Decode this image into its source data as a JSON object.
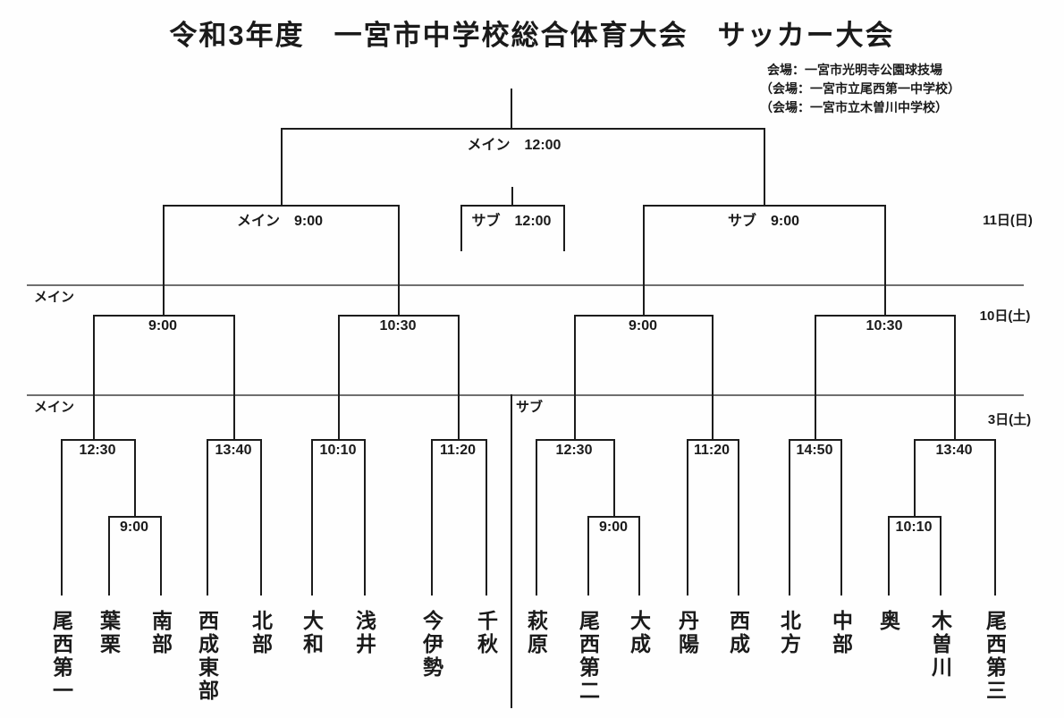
{
  "title": "令和3年度　一宮市中学校総合体育大会　サッカー大会",
  "venues": [
    "会場：一宮市光明寺公園球技場",
    "（会場：一宮市立尾西第一中学校）",
    "（会場：一宮市立木曽川中学校）"
  ],
  "dates": {
    "final_day": "11日(日)",
    "qf_day": "10日(土)",
    "r1_day": "3日(土)"
  },
  "sections": {
    "upper_main": "メイン",
    "lower_main": "メイン",
    "lower_sub": "サブ"
  },
  "matches": {
    "final": "メイン　12:00",
    "third_place": "サブ　12:00",
    "semi_left": "メイン　9:00",
    "semi_right": "サブ　9:00",
    "qf_left1": "9:00",
    "qf_left2": "10:30",
    "qf_right1": "9:00",
    "qf_right2": "10:30",
    "r1_left1": "12:30",
    "r1_left1_playin": "9:00",
    "r1_left2": "13:40",
    "r1_left3": "10:10",
    "r1_left4": "11:20",
    "r1_right1": "12:30",
    "r1_right1_playin": "9:00",
    "r1_right2": "11:20",
    "r1_right3": "14:50",
    "r1_right4": "13:40",
    "r1_right4_playin": "10:10"
  },
  "teams": [
    "尾西第一",
    "葉栗",
    "南部",
    "西成東部",
    "北部",
    "大和",
    "浅井",
    "今伊勢",
    "千秋",
    "萩原",
    "尾西第二",
    "大成",
    "丹陽",
    "西成",
    "北方",
    "中部",
    "奥",
    "木曽川",
    "尾西第三"
  ],
  "bracket_structure": {
    "final": {
      "label": "メイン　12:00",
      "day": "11日(日)",
      "between": [
        "winner semi_left",
        "winner semi_right"
      ]
    },
    "third_place": {
      "label": "サブ　12:00",
      "day": "11日(日)"
    },
    "semi_left": {
      "label": "メイン　9:00",
      "day": "11日(日)",
      "between": [
        "winner qf_left1",
        "winner qf_left2"
      ]
    },
    "semi_right": {
      "label": "サブ　9:00",
      "day": "11日(日)",
      "between": [
        "winner qf_right1",
        "winner qf_right2"
      ]
    },
    "qf_left1": {
      "time": "9:00",
      "day": "10日(土)",
      "between": [
        "winner r1_left1",
        "winner r1_left2"
      ]
    },
    "qf_left2": {
      "time": "10:30",
      "day": "10日(土)",
      "between": [
        "winner r1_left3",
        "winner r1_left4"
      ]
    },
    "qf_right1": {
      "time": "9:00",
      "day": "10日(土)",
      "between": [
        "winner r1_right1",
        "winner r1_right2"
      ]
    },
    "qf_right2": {
      "time": "10:30",
      "day": "10日(土)",
      "between": [
        "winner r1_right3",
        "winner r1_right4"
      ]
    },
    "r1_left1": {
      "time": "12:30",
      "day": "3日(土)",
      "between": [
        "尾西第一",
        "winner r1_left1_playin"
      ]
    },
    "r1_left1_playin": {
      "time": "9:00",
      "day": "3日(土)",
      "between": [
        "葉栗",
        "南部"
      ]
    },
    "r1_left2": {
      "time": "13:40",
      "day": "3日(土)",
      "between": [
        "西成東部",
        "北部"
      ]
    },
    "r1_left3": {
      "time": "10:10",
      "day": "3日(土)",
      "between": [
        "大和",
        "浅井"
      ]
    },
    "r1_left4": {
      "time": "11:20",
      "day": "3日(土)",
      "between": [
        "今伊勢",
        "千秋"
      ]
    },
    "r1_right1": {
      "time": "12:30",
      "day": "3日(土)",
      "between": [
        "萩原",
        "winner r1_right1_playin"
      ]
    },
    "r1_right1_playin": {
      "time": "9:00",
      "day": "3日(土)",
      "between": [
        "尾西第二",
        "大成"
      ]
    },
    "r1_right2": {
      "time": "11:20",
      "day": "3日(土)",
      "between": [
        "丹陽",
        "西成"
      ]
    },
    "r1_right3": {
      "time": "14:50",
      "day": "3日(土)",
      "between": [
        "北方",
        "中部"
      ]
    },
    "r1_right4": {
      "time": "13:40",
      "day": "3日(土)",
      "between": [
        "winner r1_right4_playin",
        "尾西第三"
      ]
    },
    "r1_right4_playin": {
      "time": "10:10",
      "day": "3日(土)",
      "between": [
        "奥",
        "木曽川"
      ]
    }
  },
  "colors": {
    "ink": "#1c1c1c",
    "divider": "#6f6f6f",
    "paper": "#fefefe"
  }
}
